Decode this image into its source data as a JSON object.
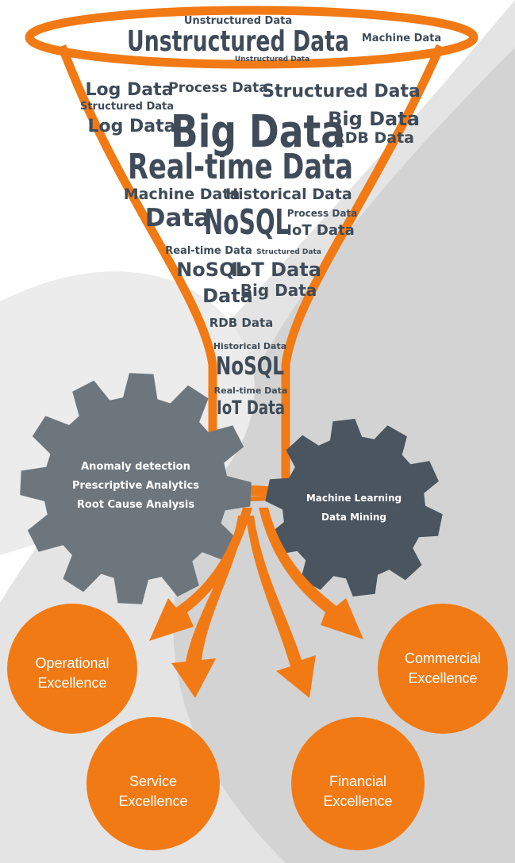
{
  "colors": {
    "funnel": "#f27a14",
    "words": "#3f4b58",
    "gear_left": "#6e767d",
    "gear_right": "#4b5560",
    "outcome": "#f27a14",
    "arrows": "#f27a14"
  },
  "funnel_words": [
    "Unstructured Data",
    "Unstructured Data",
    "Machine Data",
    "Unstructured Data",
    "Log Data",
    "Process Data",
    "Structured Data",
    "Structured Data",
    "Log Data",
    "Big Data",
    "Big Data",
    "RDB Data",
    "Real-time Data",
    "Machine Data",
    "Historical Data",
    "Data",
    "NoSQL",
    "Process Data",
    "IoT Data",
    "Real-time Data",
    "Structured Data",
    "NoSQL",
    "IoT Data",
    "Data",
    "Big Data",
    "RDB Data",
    "Historical Data",
    "NoSQL",
    "Real-time Data",
    "IoT Data"
  ],
  "gears": {
    "left": {
      "icon": "gear-icon",
      "lines": [
        "Anomaly detection",
        "Prescriptive Analytics",
        "Root Cause Analysis"
      ]
    },
    "right": {
      "icon": "gear-icon",
      "lines": [
        "Machine Learning",
        "Data Mining"
      ]
    }
  },
  "outcomes": {
    "operational": [
      "Operational",
      "Excellence"
    ],
    "commercial": [
      "Commercial",
      "Excellence"
    ],
    "service": [
      "Service",
      "Excellence"
    ],
    "financial": [
      "Financial",
      "Excellence"
    ]
  }
}
